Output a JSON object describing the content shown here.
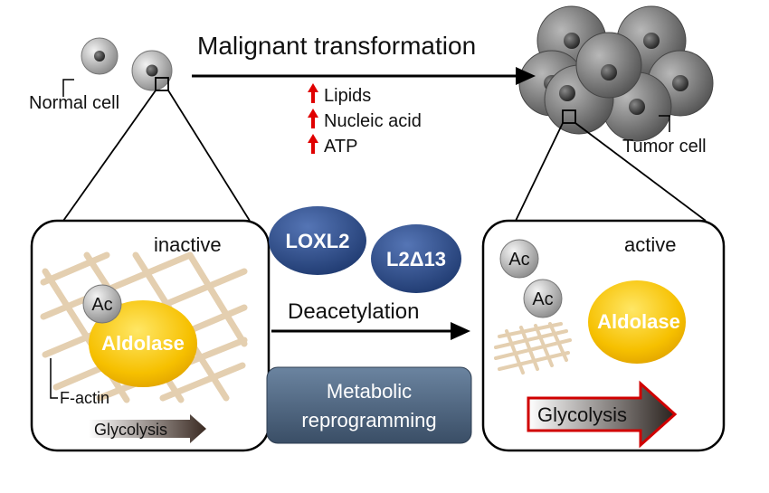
{
  "header": {
    "title": "Malignant transformation"
  },
  "cells": {
    "normal_label": "Normal cell",
    "tumor_label": "Tumor cell"
  },
  "increases": [
    {
      "label": "Lipids"
    },
    {
      "label": "Nucleic acid"
    },
    {
      "label": "ATP"
    }
  ],
  "left_panel": {
    "state": "inactive",
    "ac_label": "Ac",
    "enzyme_label": "Aldolase",
    "factin_label": "F-actin",
    "glycolysis_label": "Glycolysis"
  },
  "right_panel": {
    "state": "active",
    "ac_labels": [
      "Ac",
      "Ac"
    ],
    "enzyme_label": "Aldolase",
    "glycolysis_label": "Glycolysis"
  },
  "center": {
    "protein1": "LOXL2",
    "protein2": "L2Δ13",
    "process": "Deacetylation",
    "outcome_line1": "Metabolic",
    "outcome_line2": "reprogramming"
  },
  "colors": {
    "protein_blue": "#2d4e8c",
    "aldolase_yellow": "#f6c000",
    "arrow_red": "#e00000",
    "outcome_box": "#4a607a",
    "factin": "#e4cfb0"
  }
}
